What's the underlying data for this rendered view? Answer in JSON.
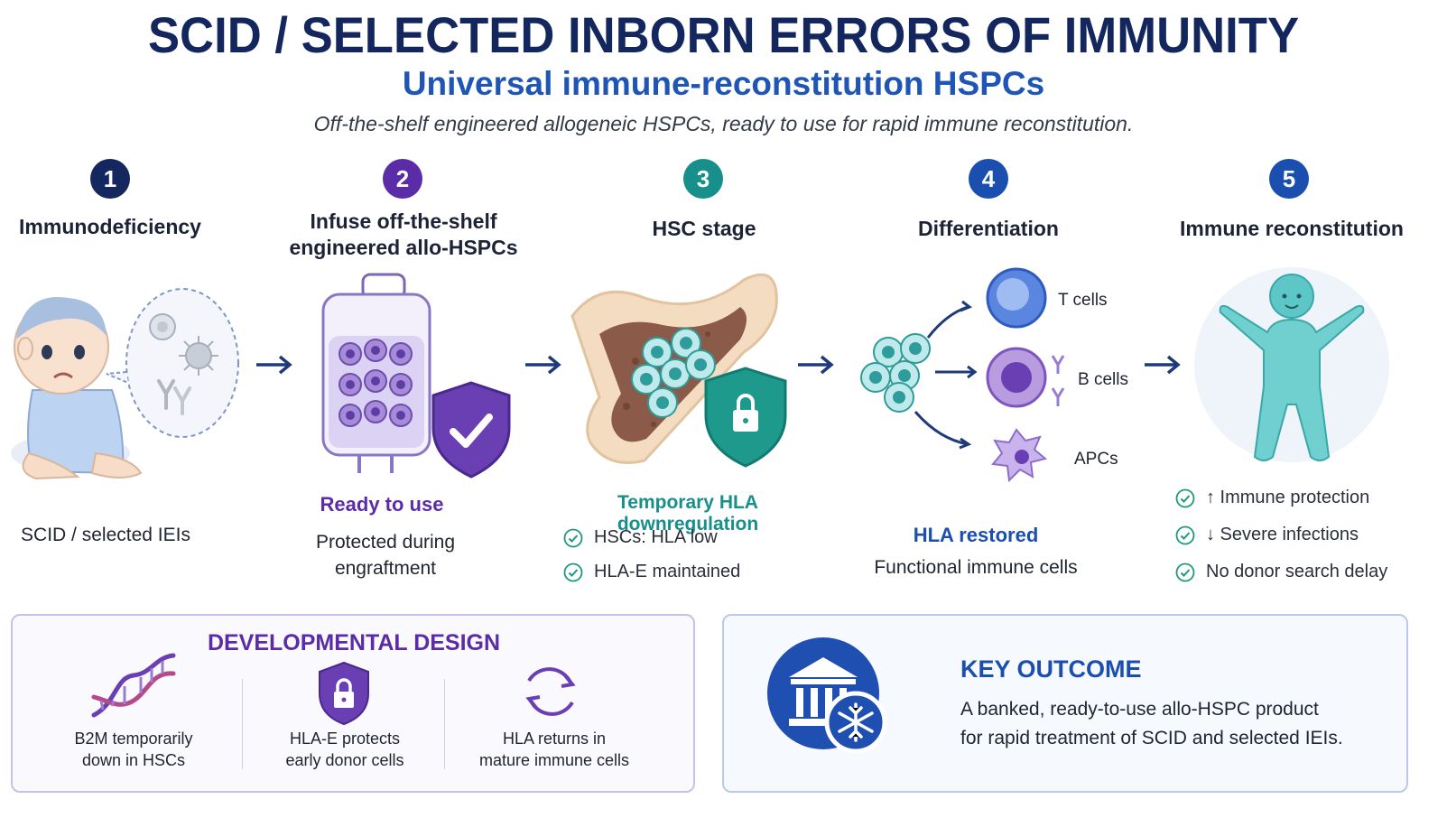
{
  "header": {
    "title": "SCID / SELECTED INBORN ERRORS OF IMMUNITY",
    "subtitle": "Universal immune-reconstitution HSPCs",
    "tagline": "Off-the-shelf engineered allogeneic HSPCs, ready to use for rapid immune reconstitution."
  },
  "steps": [
    {
      "number": "1",
      "title": "Immunodeficiency",
      "caption": "SCID / selected IEIs",
      "color": "#14275e"
    },
    {
      "number": "2",
      "title_line1": "Infuse off-the-shelf",
      "title_line2": "engineered allo-HSPCs",
      "accent": "Ready to use",
      "caption_line1": "Protected during",
      "caption_line2": "engraftment",
      "color": "#5b2ca8"
    },
    {
      "number": "3",
      "title": "HSC stage",
      "accent": "Temporary HLA downregulation",
      "checks": [
        "HSCs: HLA low",
        "HLA-E maintained"
      ],
      "color": "#178f8a"
    },
    {
      "number": "4",
      "title": "Differentiation",
      "cells": [
        "T cells",
        "B cells",
        "APCs"
      ],
      "accent": "HLA restored",
      "caption": "Functional immune cells",
      "color": "#1a4fb0"
    },
    {
      "number": "5",
      "title": "Immune reconstitution",
      "checks": [
        "↑ Immune protection",
        "↓ Severe infections",
        "No donor search delay"
      ],
      "color": "#1a4fb0"
    }
  ],
  "design": {
    "heading": "DEVELOPMENTAL DESIGN",
    "items": [
      {
        "line1": "B2M temporarily",
        "line2": "down in HSCs",
        "icon": "dna-icon"
      },
      {
        "line1": "HLA-E protects",
        "line2": "early donor cells",
        "icon": "shield-lock-icon"
      },
      {
        "line1": "HLA returns in",
        "line2": "mature immune cells",
        "icon": "cycle-arrows-icon"
      }
    ]
  },
  "outcome": {
    "heading": "KEY OUTCOME",
    "line1": "A banked, ready-to-use allo-HSPC product",
    "line2": "for rapid treatment of SCID and selected IEIs.",
    "icon": "bank-snowflake-icon"
  },
  "colors": {
    "navy": "#13275e",
    "blue": "#1f55b5",
    "purple": "#5b2ca8",
    "teal": "#178f8a",
    "check_green": "#1e9a7a"
  }
}
